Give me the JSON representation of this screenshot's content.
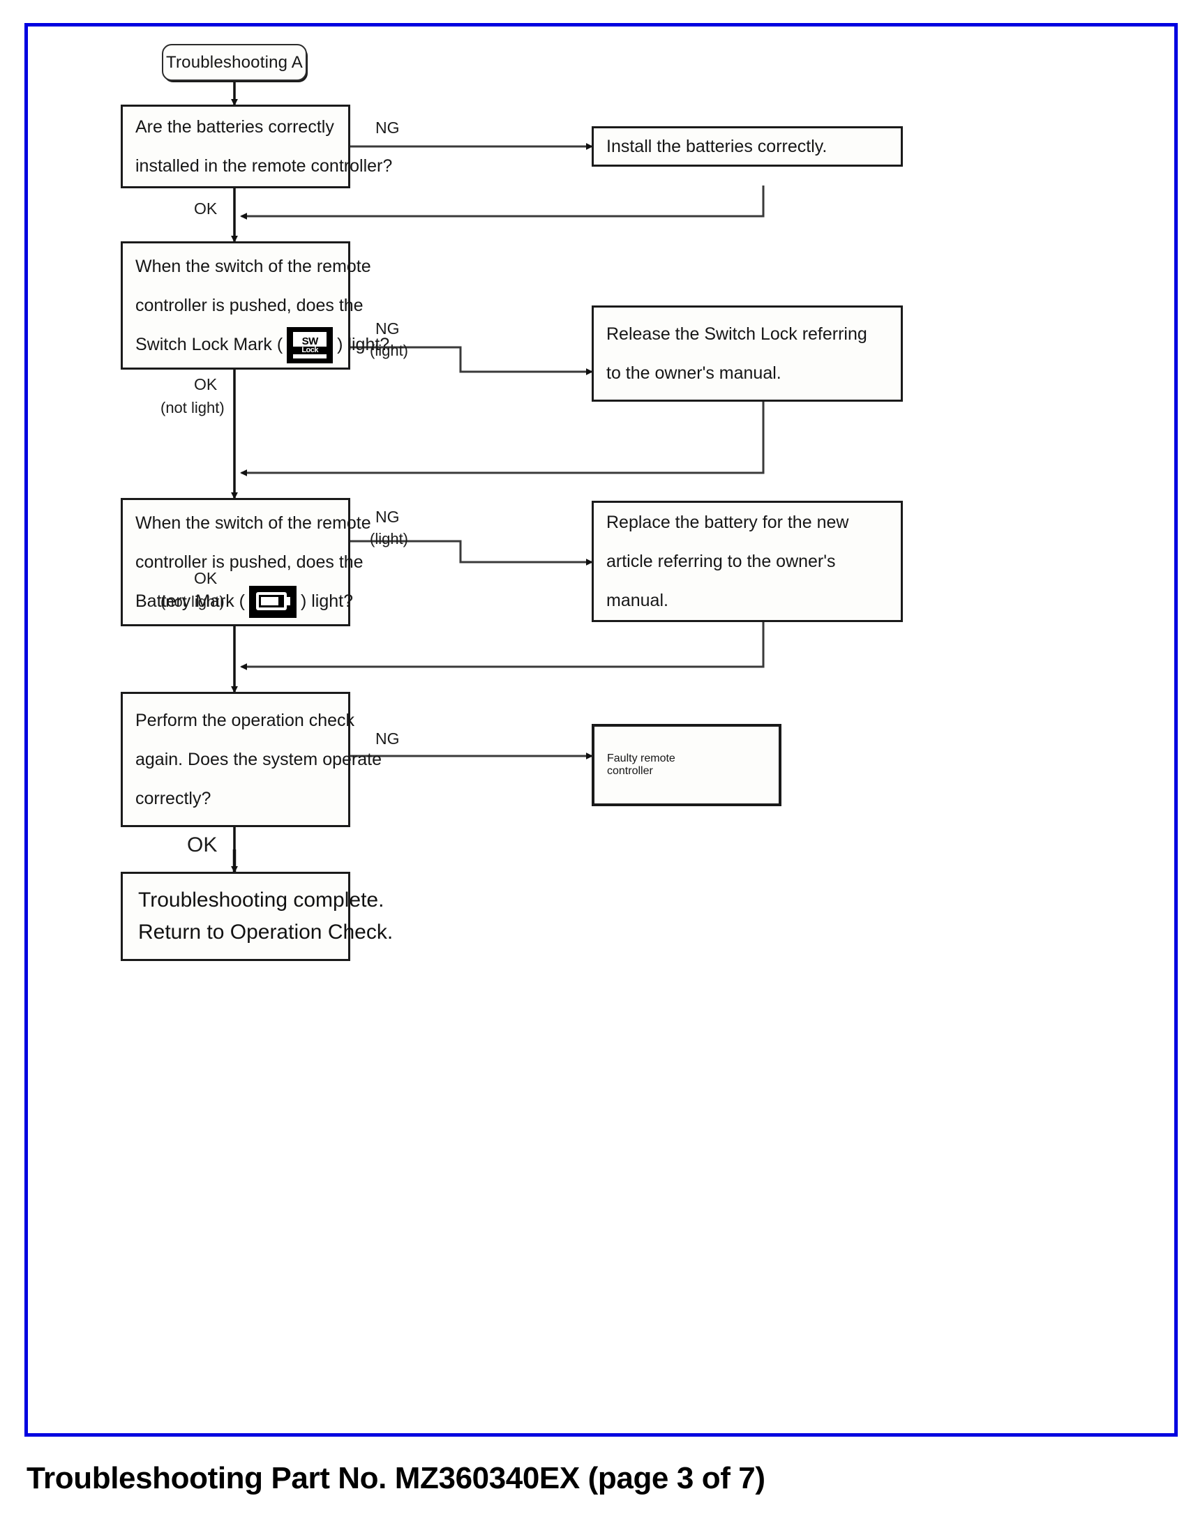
{
  "document": {
    "footer": "Troubleshooting Part No. MZ360340EX (page 3 of 7)",
    "frame_color": "#0000e0"
  },
  "flowchart": {
    "title": "Troubleshooting A",
    "start": {
      "label": "Troubleshooting A"
    },
    "steps": [
      {
        "id": "batteries-installed",
        "type": "decision",
        "lines": [
          "Are the batteries correctly",
          "installed in the remote controller?"
        ],
        "ng_label": "NG",
        "ng_sub": "",
        "ok_label": "OK",
        "ok_sub": "",
        "ng_target": {
          "id": "install-batteries",
          "type": "action",
          "lines": [
            "Install the batteries correctly."
          ]
        }
      },
      {
        "id": "switch-lock-mark",
        "type": "decision",
        "lines": [
          "When the switch of the remote",
          "controller is pushed, does the",
          "Switch Lock Mark ("
        ],
        "line3_suffix": ") light?",
        "mark": "switch-lock-mark-icon",
        "mark_text": {
          "top": "SW",
          "bottom": "Lock"
        },
        "ng_label": "NG",
        "ng_sub": "(light)",
        "ok_label": "OK",
        "ok_sub": "(not light)",
        "ng_target": {
          "id": "release-switch-lock",
          "type": "action",
          "lines": [
            "Release the Switch Lock referring",
            "to the owner's manual."
          ]
        }
      },
      {
        "id": "battery-mark",
        "type": "decision",
        "lines": [
          "When the switch of the remote",
          "controller is pushed, does the",
          "Battery Mark ("
        ],
        "line3_suffix": ") light?",
        "mark": "battery-mark-icon",
        "ng_label": "NG",
        "ng_sub": "(light)",
        "ok_label": "OK",
        "ok_sub": "(not light)",
        "ng_target": {
          "id": "replace-battery",
          "type": "action",
          "lines": [
            "Replace the battery for the new",
            "article referring to the owner's",
            "manual."
          ]
        }
      },
      {
        "id": "operation-check",
        "type": "decision",
        "lines": [
          "Perform the operation check",
          "again. Does the system operate",
          "correctly?"
        ],
        "ng_label": "NG",
        "ng_sub": "",
        "ok_label": "OK",
        "ok_sub": "",
        "ng_target": {
          "id": "faulty-remote",
          "type": "result",
          "lines": [
            "Faulty remote",
            "controller"
          ]
        }
      }
    ],
    "end": {
      "id": "troubleshooting-complete",
      "lines": [
        "Troubleshooting complete.",
        "Return to Operation Check."
      ]
    }
  }
}
